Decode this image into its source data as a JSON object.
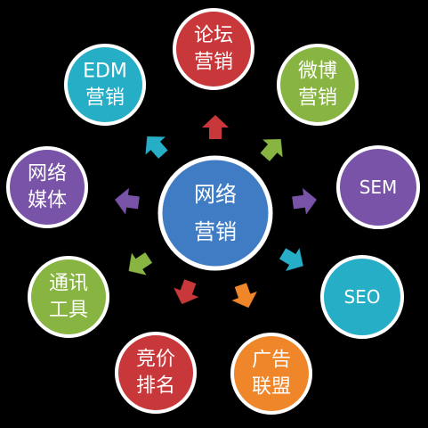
{
  "center": {
    "lines": [
      "网络",
      "营销"
    ],
    "color": "#3f7cc4"
  },
  "nodes": [
    {
      "id": "forum",
      "lines": [
        "论坛",
        "营销"
      ],
      "color": "#c8393b"
    },
    {
      "id": "weibo",
      "lines": [
        "微博",
        "营销"
      ],
      "color": "#88b443"
    },
    {
      "id": "sem",
      "lines": [
        "SEM"
      ],
      "color": "#7853a8"
    },
    {
      "id": "seo",
      "lines": [
        "SEO"
      ],
      "color": "#28aec6"
    },
    {
      "id": "ads",
      "lines": [
        "广告",
        "联盟"
      ],
      "color": "#f0862a"
    },
    {
      "id": "bidding",
      "lines": [
        "竞价",
        "排名"
      ],
      "color": "#c8393b"
    },
    {
      "id": "tools",
      "lines": [
        "通讯",
        "工具"
      ],
      "color": "#88b443"
    },
    {
      "id": "media",
      "lines": [
        "网络",
        "媒体"
      ],
      "color": "#7853a8"
    },
    {
      "id": "edm",
      "lines": [
        "EDM",
        "营销"
      ],
      "color": "#28aec6"
    }
  ]
}
